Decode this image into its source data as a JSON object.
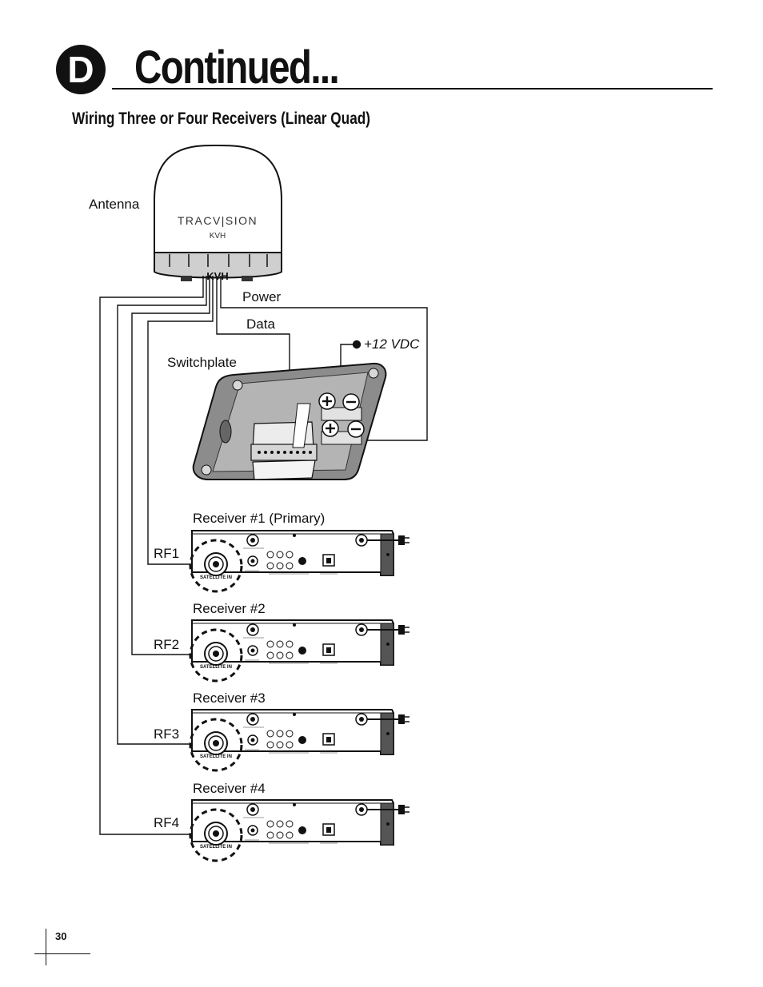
{
  "header": {
    "section_letter": "D",
    "title": "Continued..."
  },
  "section_heading": "Wiring Three or Four Receivers (Linear Quad)",
  "diagram": {
    "antenna_label": "Antenna",
    "antenna_brand": "TRACV|SION",
    "antenna_maker": "KVH",
    "power_label": "Power",
    "data_label": "Data",
    "voltage_label": "+12 VDC",
    "switchplate_label": "Switchplate",
    "receivers": [
      {
        "title": "Receiver #1 (Primary)",
        "rf": "RF1"
      },
      {
        "title": "Receiver #2",
        "rf": "RF2"
      },
      {
        "title": "Receiver #3",
        "rf": "RF3"
      },
      {
        "title": "Receiver #4",
        "rf": "RF4"
      }
    ],
    "satellite_in_label": "SATELLITE IN"
  },
  "footer": {
    "page_number": "30"
  }
}
